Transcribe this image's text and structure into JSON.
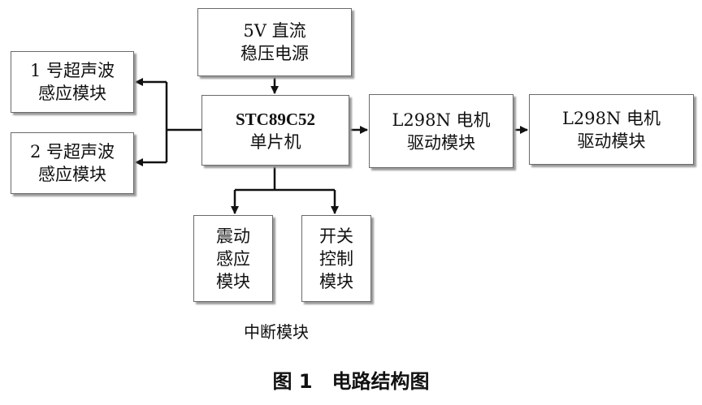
{
  "blocks": {
    "power": {
      "line1": "5V 直流",
      "line2": "稳压电源"
    },
    "mcu": {
      "line1": "STC89C52",
      "line2": "单片机"
    },
    "ultrasonic1": {
      "line1": "1 号超声波",
      "line2": "感应模块"
    },
    "ultrasonic2": {
      "line1": "2 号超声波",
      "line2": "感应模块"
    },
    "driver1": {
      "line1": "L298N 电机",
      "line2": "驱动模块"
    },
    "driver2": {
      "line1": "L298N 电机",
      "line2": "驱动模块"
    },
    "vibration": {
      "line1": "震动",
      "line2": "感应",
      "line3": "模块"
    },
    "switch_ctrl": {
      "line1": "开关",
      "line2": "控制",
      "line3": "模块"
    }
  },
  "interrupt_label": "中断模块",
  "caption": "图 1　电路结构图",
  "colors": {
    "line": "#111111",
    "box_border": "#6a6a6a",
    "shadow": "#9a9a9a"
  }
}
